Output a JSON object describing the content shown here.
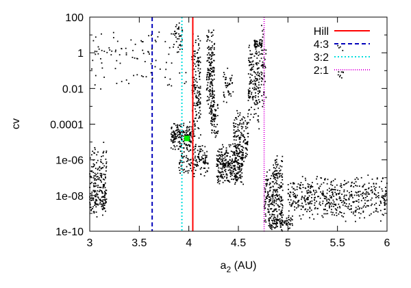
{
  "chart_data": {
    "type": "scatter",
    "title": "",
    "xlabel_base": "a",
    "xlabel_sub": "2",
    "xlabel_unit": " (AU)",
    "ylabel": "cv",
    "xlim": [
      3,
      6
    ],
    "ylim_log10": [
      -10,
      2
    ],
    "y_scale": "log",
    "x_ticks": [
      {
        "value": 3,
        "label": "3"
      },
      {
        "value": 3.5,
        "label": "3.5"
      },
      {
        "value": 4,
        "label": "4"
      },
      {
        "value": 4.5,
        "label": "4.5"
      },
      {
        "value": 5,
        "label": "5"
      },
      {
        "value": 5.5,
        "label": "5.5"
      },
      {
        "value": 6,
        "label": "6"
      }
    ],
    "y_ticks": [
      {
        "value": -10,
        "label": "1e-10"
      },
      {
        "value": -8,
        "label": "1e-08"
      },
      {
        "value": -6,
        "label": "1e-06"
      },
      {
        "value": -4,
        "label": "0.0001"
      },
      {
        "value": -2,
        "label": "0.01"
      },
      {
        "value": 0,
        "label": "1"
      },
      {
        "value": 2,
        "label": "100"
      }
    ],
    "grid": false,
    "legend_position": "top-right",
    "vertical_lines": [
      {
        "name": "Hill",
        "x": 4.04,
        "color": "#ff0000",
        "dash": "none"
      },
      {
        "name": "4:3",
        "x": 3.63,
        "color": "#0000bb",
        "dash": "6,4"
      },
      {
        "name": "3:2",
        "x": 3.93,
        "color": "#00dddd",
        "dash": "2,3"
      },
      {
        "name": "2:1",
        "x": 4.76,
        "color": "#dd00dd",
        "dash": "1,2"
      }
    ],
    "highlight_point": {
      "x": 3.98,
      "y_log10": -4.8,
      "color": "#00ee00"
    },
    "scatter_color": "#000000",
    "clusters": [
      {
        "x": [
          3.0,
          3.17
        ],
        "y_log10": [
          -9.5,
          -4.5
        ],
        "n": 140
      },
      {
        "x": [
          3.0,
          3.17
        ],
        "y_log10": [
          -9.0,
          -7.5
        ],
        "n": 90
      },
      {
        "x": [
          3.02,
          3.9
        ],
        "y_log10": [
          -1.0,
          1.4
        ],
        "n": 70
      },
      {
        "x": [
          3.0,
          4.0
        ],
        "y_log10": [
          -2.2,
          -0.8
        ],
        "n": 25
      },
      {
        "x": [
          3.85,
          3.94
        ],
        "y_log10": [
          -0.2,
          2.0
        ],
        "n": 40
      },
      {
        "x": [
          3.82,
          4.05
        ],
        "y_log10": [
          -5.5,
          -3.8
        ],
        "n": 190
      },
      {
        "x": [
          3.9,
          4.2
        ],
        "y_log10": [
          -7.0,
          -5.0
        ],
        "n": 150
      },
      {
        "x": [
          4.03,
          4.12
        ],
        "y_log10": [
          -5.5,
          1.2
        ],
        "n": 160
      },
      {
        "x": [
          4.18,
          4.26
        ],
        "y_log10": [
          -4.0,
          1.6
        ],
        "n": 180
      },
      {
        "x": [
          4.22,
          4.3
        ],
        "y_log10": [
          -5.0,
          -2.5
        ],
        "n": 60
      },
      {
        "x": [
          4.28,
          4.55
        ],
        "y_log10": [
          -7.5,
          -5.0
        ],
        "n": 320
      },
      {
        "x": [
          4.35,
          4.45
        ],
        "y_log10": [
          -3.0,
          -0.5
        ],
        "n": 40
      },
      {
        "x": [
          4.45,
          4.6
        ],
        "y_log10": [
          -6.5,
          -3.0
        ],
        "n": 140
      },
      {
        "x": [
          4.6,
          4.72
        ],
        "y_log10": [
          -4.5,
          1.0
        ],
        "n": 160
      },
      {
        "x": [
          4.66,
          4.74
        ],
        "y_log10": [
          0.2,
          0.8
        ],
        "n": 50
      },
      {
        "x": [
          4.73,
          4.78
        ],
        "y_log10": [
          -3.5,
          1.8
        ],
        "n": 50
      },
      {
        "x": [
          4.76,
          4.95
        ],
        "y_log10": [
          -10.0,
          -6.5
        ],
        "n": 220
      },
      {
        "x": [
          4.8,
          5.05
        ],
        "y_log10": [
          -10.0,
          -9.0
        ],
        "n": 90
      },
      {
        "x": [
          4.85,
          4.95
        ],
        "y_log10": [
          -7.5,
          -5.5
        ],
        "n": 50
      },
      {
        "x": [
          5.0,
          6.0
        ],
        "y_log10": [
          -9.5,
          -6.8
        ],
        "n": 520
      },
      {
        "x": [
          5.5,
          5.56
        ],
        "y_log10": [
          -1.5,
          -1.0
        ],
        "n": 8
      },
      {
        "x": [
          5.5,
          5.56
        ],
        "y_log10": [
          0.1,
          0.4
        ],
        "n": 4
      }
    ]
  }
}
